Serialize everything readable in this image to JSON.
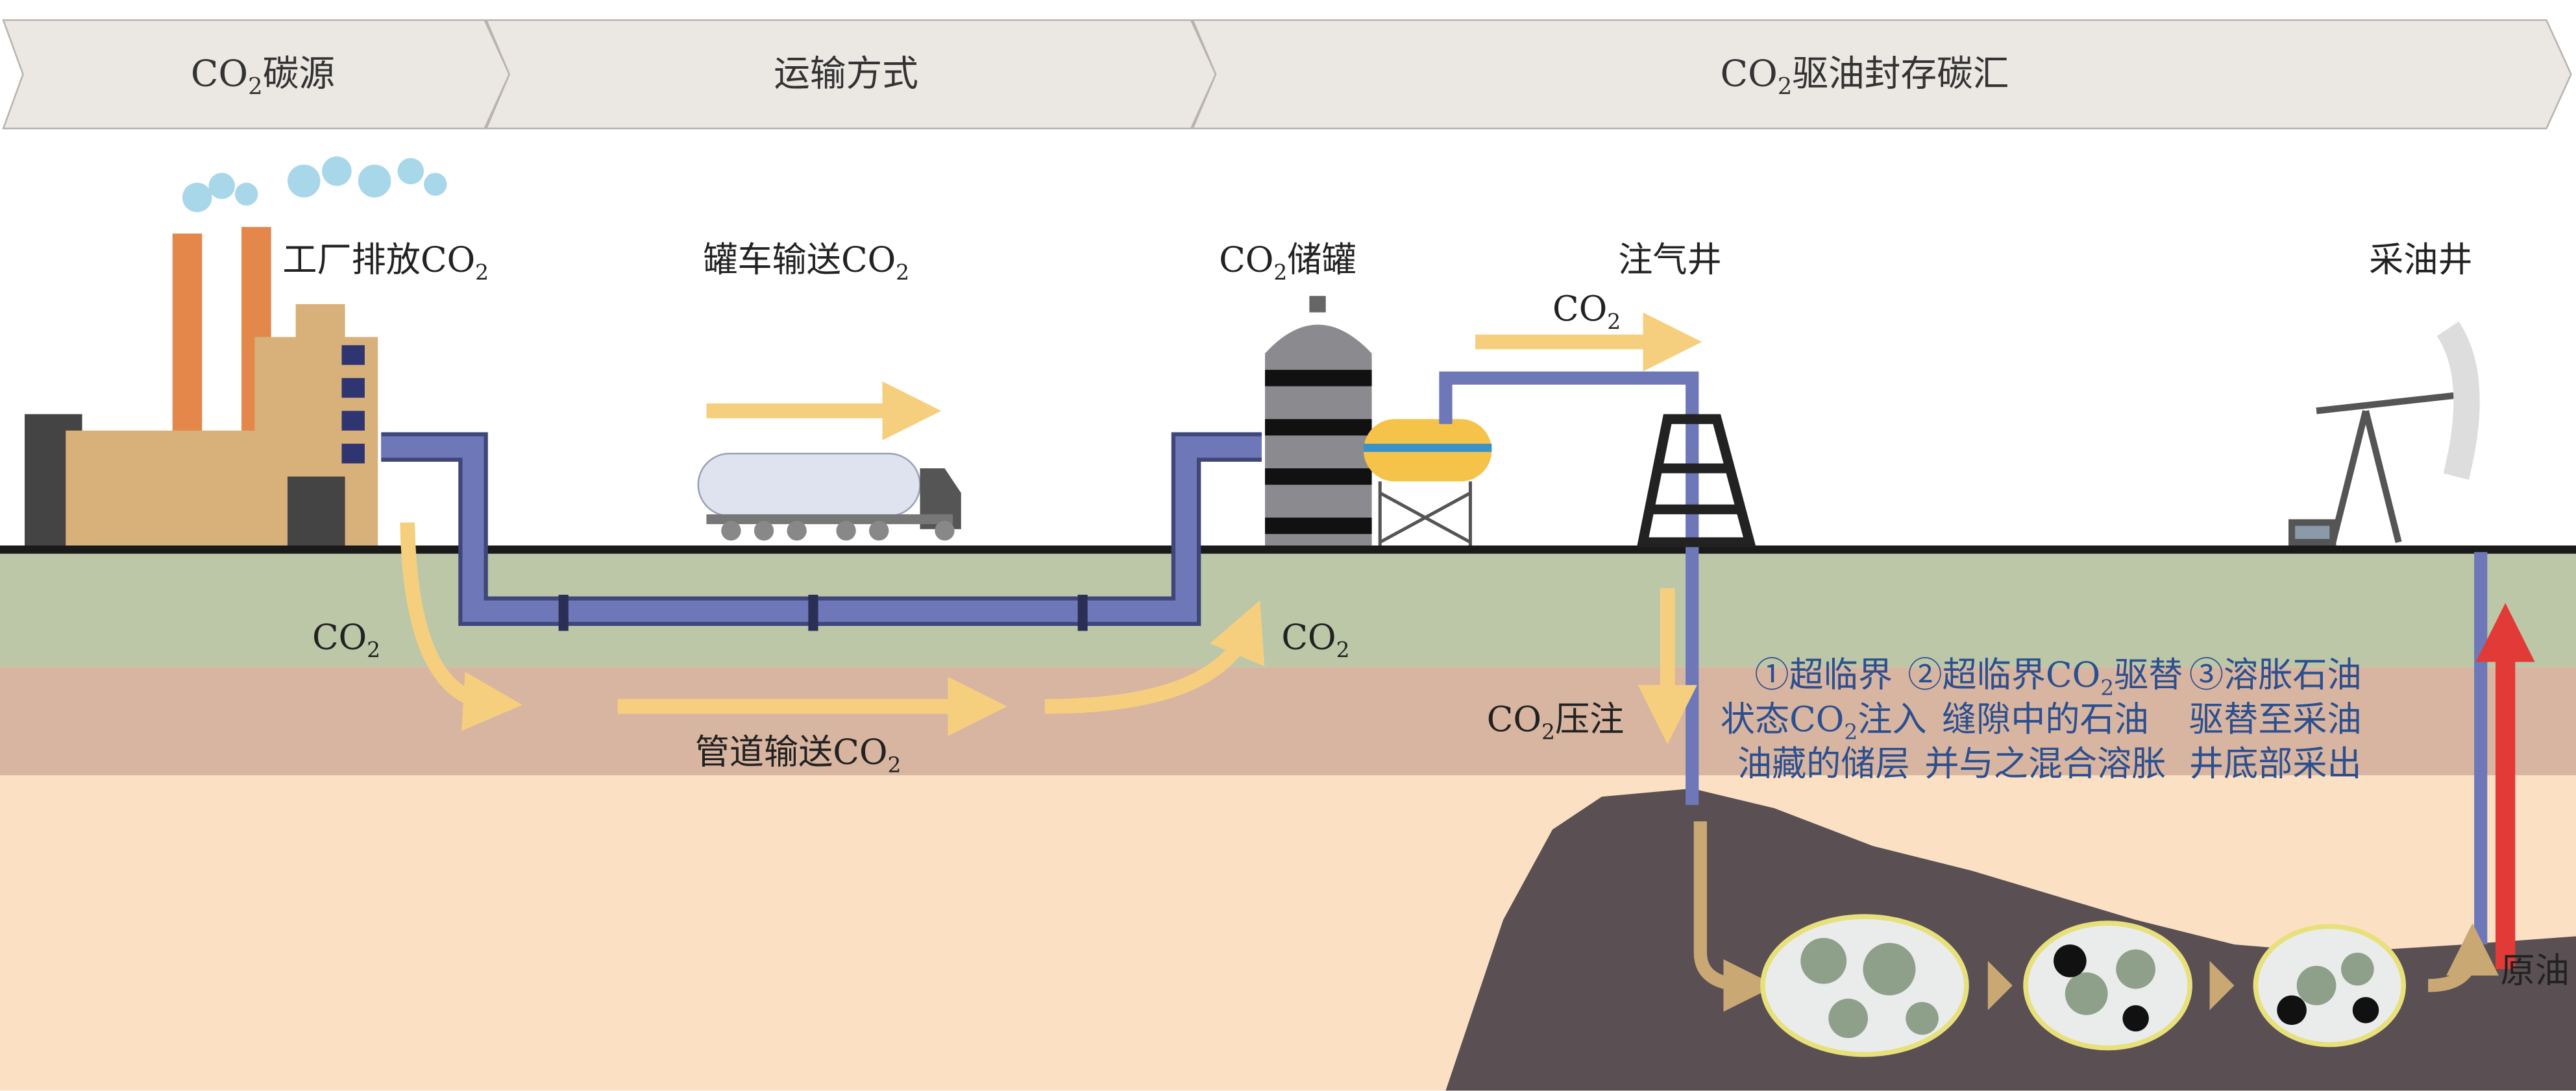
{
  "banner": [
    {
      "main": "CO",
      "sub": "2",
      "rest": "碳源"
    },
    {
      "main": "运输方式",
      "sub": "",
      "rest": ""
    },
    {
      "main": "CO",
      "sub": "2",
      "rest": "驱油封存碳汇"
    }
  ],
  "labels": {
    "factory": {
      "main": "工厂排放CO",
      "sub": "2"
    },
    "truck": {
      "main": "罐车输送CO",
      "sub": "2"
    },
    "tank": {
      "main": "CO",
      "sub": "2",
      "rest": "储罐"
    },
    "injection_well": "注气井",
    "production_well": "采油井",
    "co2_flow_top": {
      "main": "CO",
      "sub": "2"
    },
    "co2_left": {
      "main": "CO",
      "sub": "2"
    },
    "co2_right": {
      "main": "CO",
      "sub": "2"
    },
    "pipeline": {
      "main": "管道输送CO",
      "sub": "2"
    },
    "injection": {
      "main": "CO",
      "sub": "2",
      "rest": "压注"
    },
    "crude_oil": "原油"
  },
  "steps": [
    {
      "lines": [
        "①超临界",
        "状态CO|2|注入",
        "油藏的储层"
      ]
    },
    {
      "lines": [
        "②超临界CO|2|驱替",
        "缝隙中的石油",
        "并与之混合溶胀"
      ]
    },
    {
      "lines": [
        "③溶胀石油",
        "驱替至采油",
        "井底部采出"
      ]
    }
  ],
  "colors": {
    "pipe": "#6e78b8",
    "arrow": "#f6cf7e",
    "red_arrow": "#e23a36",
    "step_text": "#2c4f8f"
  }
}
